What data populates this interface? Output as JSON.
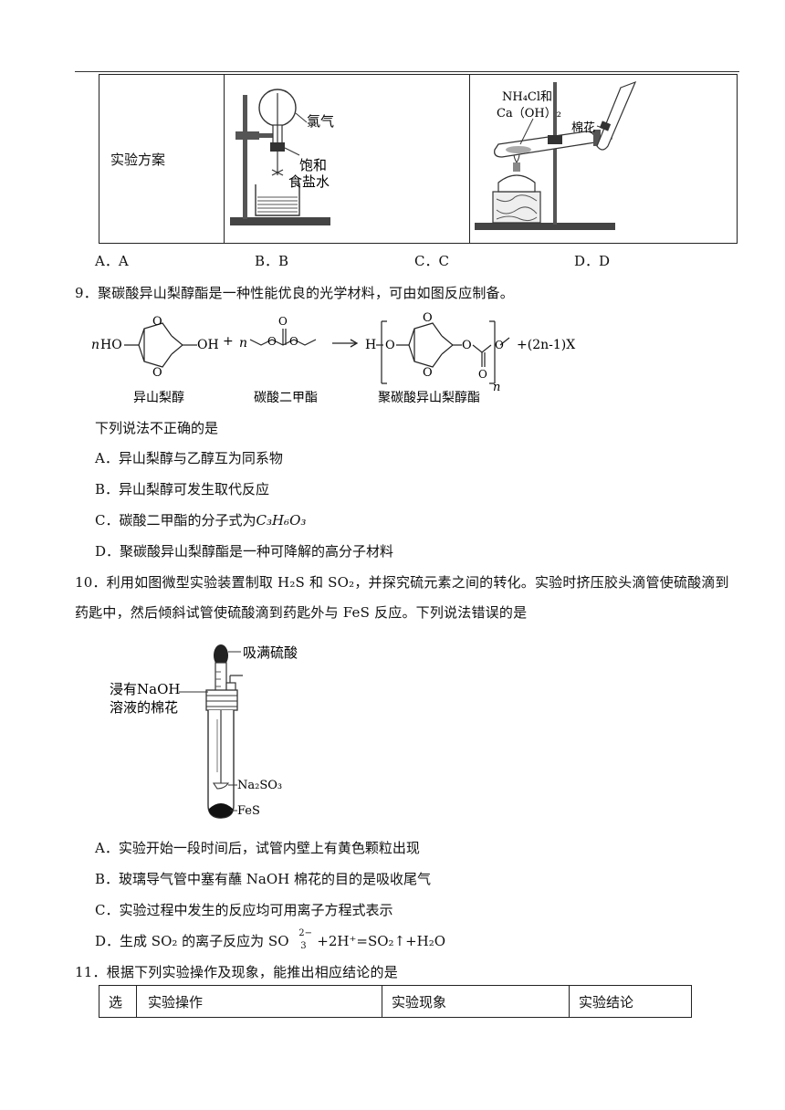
{
  "top_table": {
    "row_label": "实验方案",
    "fig_b": {
      "label_gas": "氯气",
      "label_sol1": "饱和",
      "label_sol2": "食盐水"
    },
    "fig_c": {
      "label_reagent1": "NH₄Cl和",
      "label_reagent2": "Ca（OH）₂",
      "label_cotton": "棉花"
    }
  },
  "options_8": [
    "A．A",
    "B．B",
    "C．C",
    "D．D"
  ],
  "q9": {
    "stem": "9．聚碳酸异山梨醇酯是一种性能优良的光学材料，可由如图反应制备。",
    "captions": [
      "异山梨醇",
      "碳酸二甲酯",
      "聚碳酸异山梨醇酯"
    ],
    "scheme_text": {
      "n1": "n",
      "ho": "HO",
      "oh": "OH",
      "plus": "+",
      "n2": "n",
      "h": "H",
      "n3": "n",
      "tail": "+(2n-1)X",
      "o": "O"
    },
    "prompt": "下列说法不正确的是",
    "options": [
      "A．异山梨醇与乙醇互为同系物",
      "B．异山梨醇可发生取代反应",
      "C．碳酸二甲酯的分子式为",
      "D．聚碳酸异山梨醇酯是一种可降解的高分子材料"
    ],
    "formula_c": "C₃H₆O₃"
  },
  "q10": {
    "stem_line1": "10．利用如图微型实验装置制取 H₂S 和 SO₂，并探究硫元素之间的转化。实验时挤压胶头滴管使硫酸滴到",
    "stem_line2": "药匙中，然后倾斜试管使硫酸滴到药匙外与 FeS 反应。下列说法错误的是",
    "fig": {
      "label_acid": "吸满硫酸",
      "label_cotton1": "浸有NaOH",
      "label_cotton2": "溶液的棉花",
      "label_na2so3": "Na₂SO₃",
      "label_fes": "FeS"
    },
    "options": [
      "A．实验开始一段时间后，试管内壁上有黄色颗粒出现",
      "B．玻璃导气管中塞有蘸 NaOH 棉花的目的是吸收尾气",
      "C．实验过程中发生的反应均可用离子方程式表示",
      "D．生成 SO₂ 的离子反应为 SO"
    ],
    "option_d_tail": "+2H⁺=SO₂↑+H₂O",
    "option_d_sup": "2−",
    "option_d_sub": "3"
  },
  "q11": {
    "stem": "11．根据下列实验操作及现象，能推出相应结论的是",
    "headers": [
      "选",
      "实验操作",
      "实验现象",
      "实验结论"
    ]
  }
}
